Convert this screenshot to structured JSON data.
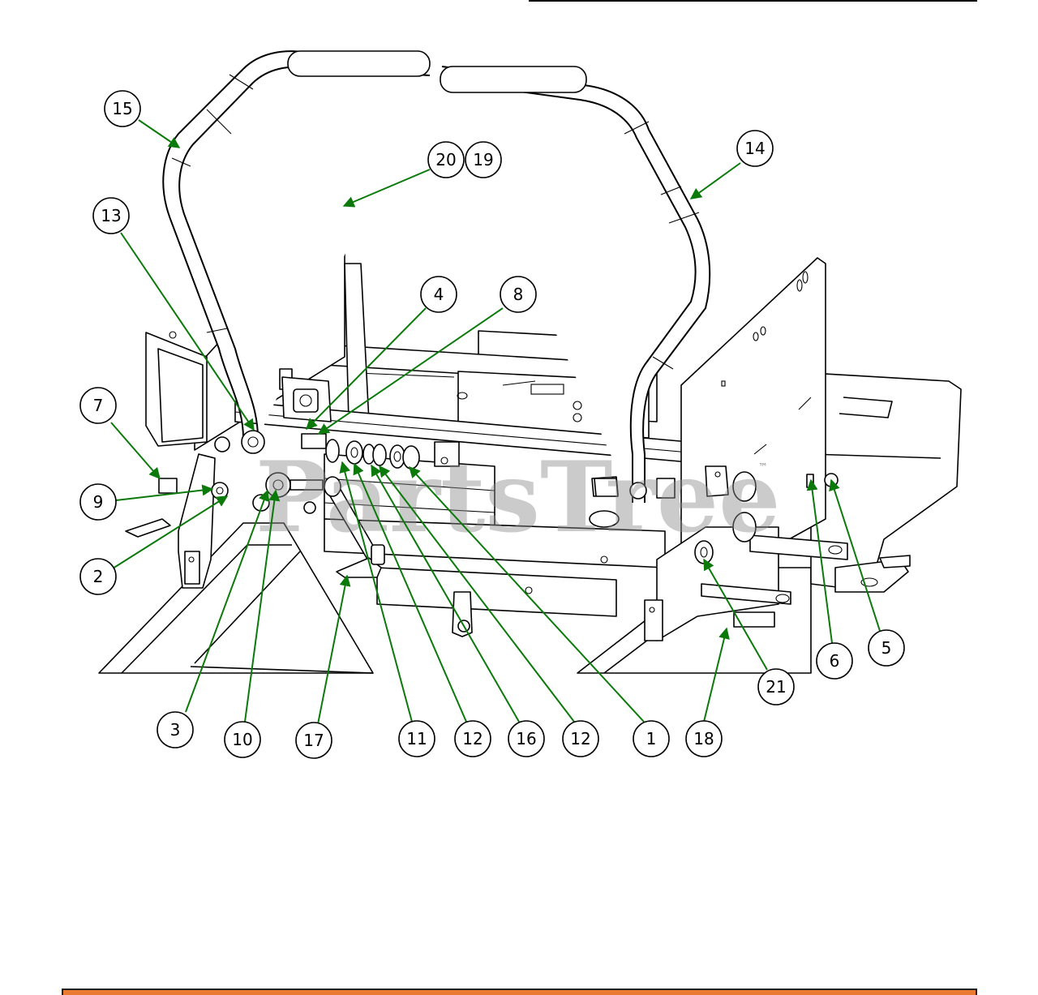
{
  "watermark": {
    "text": "PartsTree",
    "trademark": "™"
  },
  "callouts": [
    {
      "label": "15"
    },
    {
      "label": "20"
    },
    {
      "label": "19"
    },
    {
      "label": "14"
    },
    {
      "label": "13"
    },
    {
      "label": "4"
    },
    {
      "label": "8"
    },
    {
      "label": "7"
    },
    {
      "label": "9"
    },
    {
      "label": "2"
    },
    {
      "label": "6"
    },
    {
      "label": "5"
    },
    {
      "label": "21"
    },
    {
      "label": "3"
    },
    {
      "label": "10"
    },
    {
      "label": "17"
    },
    {
      "label": "11"
    },
    {
      "label": "12"
    },
    {
      "label": "16"
    },
    {
      "label": "12"
    },
    {
      "label": "1"
    },
    {
      "label": "18"
    }
  ],
  "colors": {
    "leader": "#0b7a0b",
    "footer_bar": "#e97a2f"
  }
}
